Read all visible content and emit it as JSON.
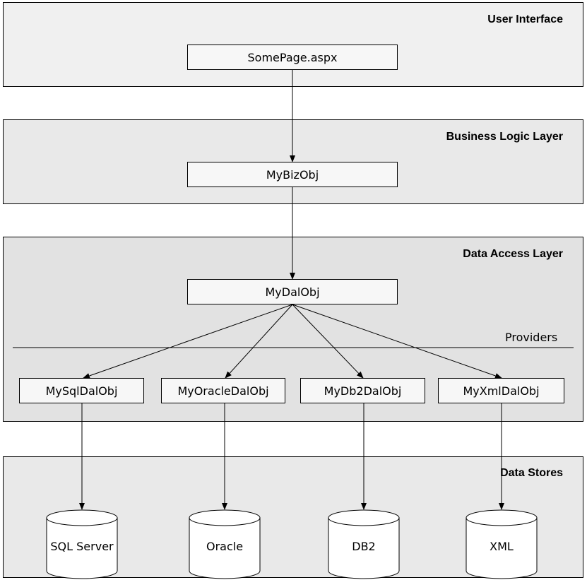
{
  "layers": {
    "ui": "User Interface",
    "bll": "Business Logic Layer",
    "dal": "Data Access Layer",
    "stores": "Data Stores"
  },
  "nodes": {
    "somepage": "SomePage.aspx",
    "mybizobj": "MyBizObj",
    "mydalobj": "MyDalObj",
    "mysqldalobj": "MySqlDalObj",
    "myoracledalobj": "MyOracleDalObj",
    "mydb2dalobj": "MyDb2DalObj",
    "myxmldalobj": "MyXmlDalObj"
  },
  "providers_label": "Providers",
  "databases": {
    "sqlserver": "SQL Server",
    "oracle": "Oracle",
    "db2": "DB2",
    "xml": "XML"
  },
  "colors": {
    "layer_light": "#f0f0f0",
    "layer_mid": "#e9e9e9",
    "layer_dark": "#e2e2e2",
    "box_fill": "#f7f7f7",
    "stroke": "#000000"
  }
}
